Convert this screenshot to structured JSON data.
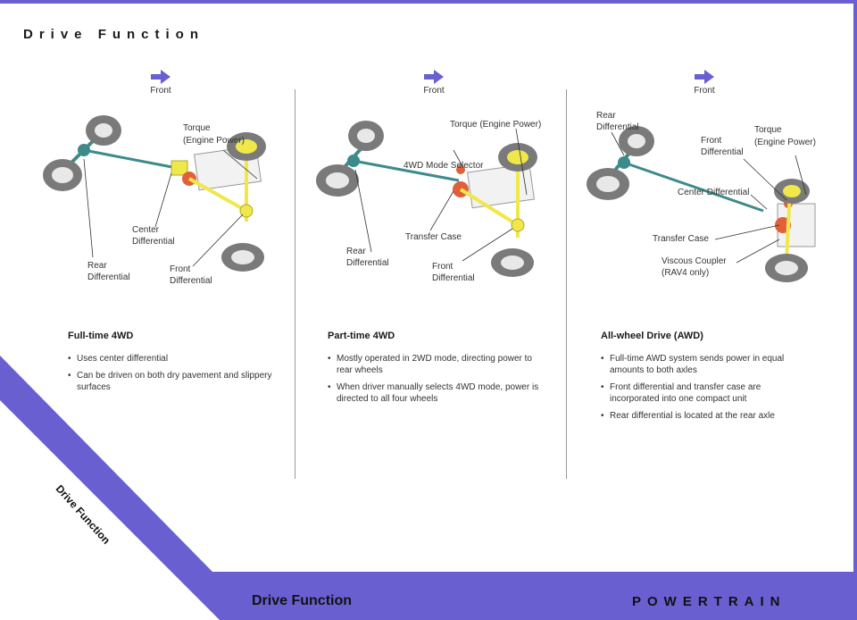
{
  "page": {
    "title": "Drive Function",
    "diagonal_label": "Drive Function",
    "footer_left": "Drive Function",
    "footer_right": "POWERTRAIN"
  },
  "colors": {
    "accent": "#6a5fd0",
    "axle": "#3d8a8a",
    "highlight": "#f0e84a",
    "differential": "#e0603a",
    "tire": "#7a7a7a"
  },
  "columns": [
    {
      "front_label": "Front",
      "labels": {
        "torque": "Torque",
        "torque2": "(Engine Power)",
        "center1": "Center",
        "center2": "Differential",
        "rear1": "Rear",
        "rear2": "Differential",
        "front1": "Front",
        "front2": "Differential"
      },
      "title": "Full-time 4WD",
      "bullets": [
        "Uses center differential",
        "Can be driven on both dry pavement and slippery surfaces"
      ]
    },
    {
      "front_label": "Front",
      "labels": {
        "torque": "Torque (Engine Power)",
        "selector": "4WD Mode Selector",
        "transfer": "Transfer Case",
        "rear1": "Rear",
        "rear2": "Differential",
        "front1": "Front",
        "front2": "Differential"
      },
      "title": "Part-time 4WD",
      "bullets": [
        "Mostly operated in 2WD mode, directing power to rear wheels",
        "When driver manually selects 4WD mode, power is directed to all four wheels"
      ]
    },
    {
      "front_label": "Front",
      "labels": {
        "rear1": "Rear",
        "rear2": "Differential",
        "torque": "Torque",
        "torque2": "(Engine Power)",
        "frontdiff1": "Front",
        "frontdiff2": "Differential",
        "center": "Center Differential",
        "transfer": "Transfer Case",
        "viscous1": "Viscous Coupler",
        "viscous2": "(RAV4 only)"
      },
      "title": "All-wheel Drive (AWD)",
      "bullets": [
        "Full-time AWD system sends power in equal amounts to both axles",
        "Front differential and transfer case are incorporated into one compact unit",
        "Rear differential is located at the rear axle"
      ]
    }
  ]
}
